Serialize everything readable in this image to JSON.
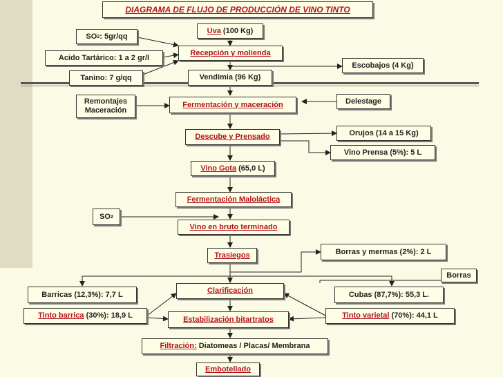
{
  "title": "DIAGRAMA DE FLUJO DE PRODUCCIÓN DE VINO TINTO",
  "nodes": {
    "uva": {
      "name": "Uva",
      "value": "(100 Kg)"
    },
    "so2_dose": {
      "pre": "SO",
      "sub": "2",
      "post": ": 5gr/qq"
    },
    "acido": "Acido Tartárico: 1 a 2 gr/l",
    "recepcion": "Recepción y molienda",
    "tanino": "Tanino: 7 g/qq",
    "vendimia": "Vendimia (96 Kg)",
    "escobajos": "Escobajos (4 Kg)",
    "remontajes": "Remontajes",
    "maceracion": "Maceración",
    "fermentacion": "Fermentación y maceración",
    "delestage": "Delestage",
    "descube": "Descube y Prensado",
    "orujos": "Orujos (14 a 15 Kg)",
    "vino_prensa": "Vino Prensa (5%): 5 L",
    "vino_gota": {
      "name": "Vino Gota",
      "value": "(65,0 L)"
    },
    "malolactica": "Fermentación Maloláctica",
    "so2": {
      "pre": "SO",
      "sub": "2"
    },
    "vino_bruto": "Vino en bruto terminado",
    "trasiegos": "Trasiegos",
    "borras_mermas": "Borras y mermas (2%): 2 L",
    "borras": "Borras",
    "barricas": "Barricas (12,3%): 7,7 L",
    "clarificacion": "Clarificación",
    "cubas": "Cubas (87,7%): 55,3 L.",
    "tinto_barrica": {
      "name": "Tinto barrica",
      "value": "(30%): 18,9 L"
    },
    "estabilizacion": "Estabilización bitartratos",
    "tinto_varietal": {
      "name": "Tinto varietal",
      "value": "(70%): 44,1 L"
    },
    "filtracion": {
      "name": "Filtración:",
      "value": "Diatomeas / Placas/ Membrana"
    },
    "embotellado": "Embotellado"
  },
  "colors": {
    "accent": "#b3121b",
    "background": "#fbfae4",
    "box": "#fefde6"
  }
}
